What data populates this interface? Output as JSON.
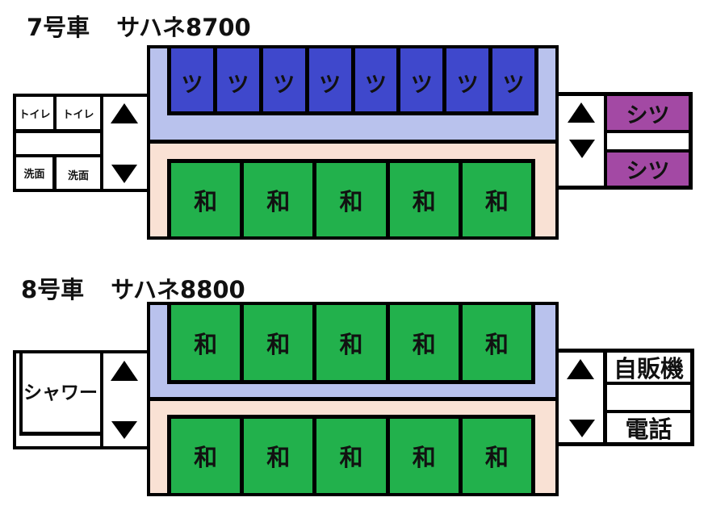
{
  "colors": {
    "tsu_seat": "#3f48cc",
    "wa_seat": "#22b14c",
    "shitsu_room": "#a349a4",
    "upper_aisle": "#b9c2ed",
    "lower_aisle": "#f9e1d4"
  },
  "cars": [
    {
      "number": "7号車",
      "model": "サハネ8700",
      "left_end": {
        "toilets": [
          "トイレ",
          "トイレ"
        ],
        "washrooms": [
          "洗面",
          "洗面"
        ],
        "icons": [
          "up-triangle-icon",
          "down-triangle-icon"
        ]
      },
      "upper_seats": [
        "ツ",
        "ツ",
        "ツ",
        "ツ",
        "ツ",
        "ツ",
        "ツ",
        "ツ"
      ],
      "lower_seats": [
        "和",
        "和",
        "和",
        "和",
        "和"
      ],
      "right_end": {
        "rooms": [
          "シツ",
          "シツ"
        ],
        "icons": [
          "up-triangle-icon",
          "down-triangle-icon"
        ]
      }
    },
    {
      "number": "8号車",
      "model": "サハネ8800",
      "left_end": {
        "shower": "シャワー",
        "icons": [
          "up-triangle-icon",
          "down-triangle-icon"
        ]
      },
      "upper_seats": [
        "和",
        "和",
        "和",
        "和",
        "和"
      ],
      "lower_seats": [
        "和",
        "和",
        "和",
        "和",
        "和"
      ],
      "right_end": {
        "rooms": [
          "自販機",
          "電話"
        ],
        "icons": [
          "up-triangle-icon",
          "down-triangle-icon"
        ]
      }
    }
  ]
}
